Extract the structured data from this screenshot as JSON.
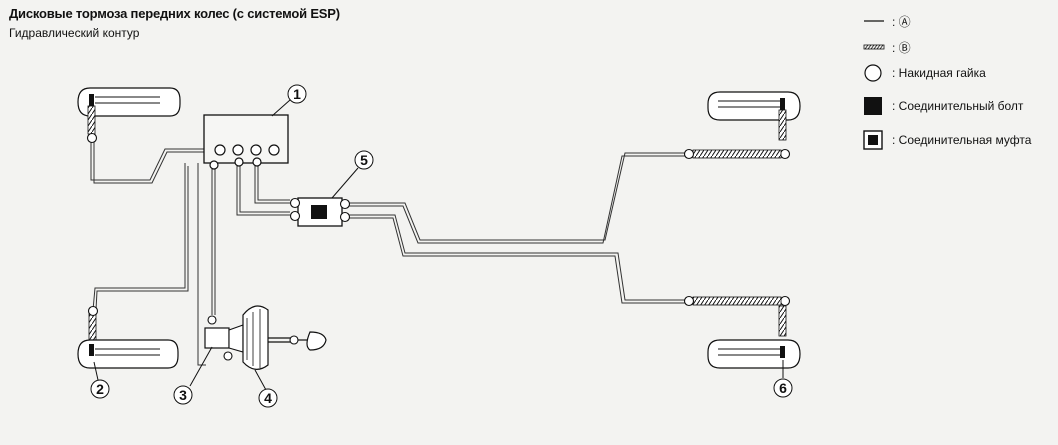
{
  "title": "Дисковые тормоза передних колес (с системой ESP)",
  "subtitle": "Гидравлический контур",
  "legend": {
    "line_a": ": Ⓐ",
    "line_b": ": Ⓑ",
    "flare_nut": ": Накидная гайка",
    "union_bolt": ": Соединительный болт",
    "connector": ": Соединительная муфта"
  },
  "callouts": {
    "c1": "1",
    "c2": "2",
    "c3": "3",
    "c4": "4",
    "c5": "5",
    "c6": "6"
  }
}
